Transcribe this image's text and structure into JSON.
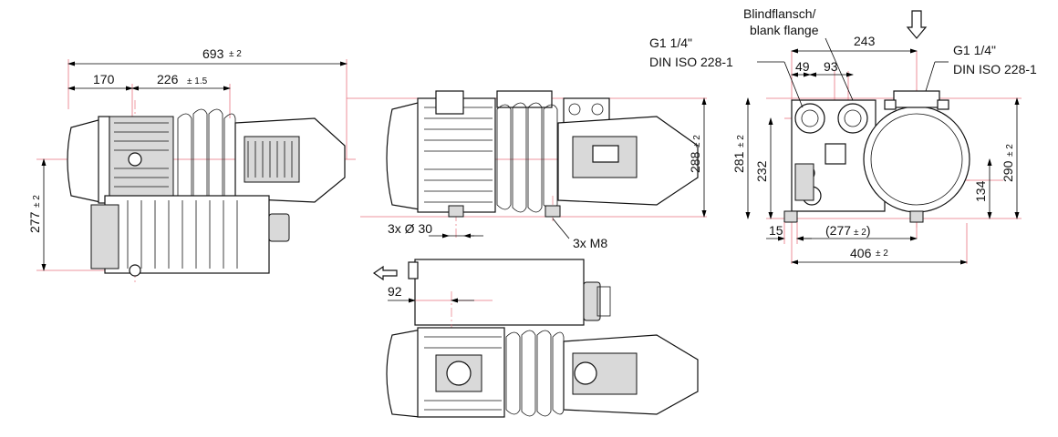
{
  "front_view": {
    "dim_total": "693",
    "dim_total_tol": "± 2",
    "dim_left": "170",
    "dim_mid": "226",
    "dim_mid_tol": "± 1.5",
    "dim_height": "277",
    "dim_height_tol": "± 2"
  },
  "top_view": {
    "dim_height": "288",
    "dim_height_tol": "± 2",
    "feet_dia": "3x Ø 30",
    "feet_thread": "3x M8"
  },
  "bottom_view": {
    "dim_offset": "92"
  },
  "side_view": {
    "blank_flange": "Blindflansch/",
    "blank_flange2": "blank flange",
    "port_left_1": "G1 1/4\"",
    "port_left_2": "DIN ISO 228-1",
    "port_right_1": "G1 1/4\"",
    "port_right_2": "DIN ISO 228-1",
    "dim_243": "243",
    "dim_49": "49",
    "dim_93": "93",
    "dim_281": "281",
    "dim_281_tol": "± 2",
    "dim_232": "232",
    "dim_134": "134",
    "dim_290": "290",
    "dim_290_tol": "± 2",
    "dim_15": "15",
    "dim_277_paren": "(277",
    "dim_277_paren_tol": "± 2",
    "dim_277_close": ")",
    "dim_406": "406",
    "dim_406_tol": "± 2"
  }
}
